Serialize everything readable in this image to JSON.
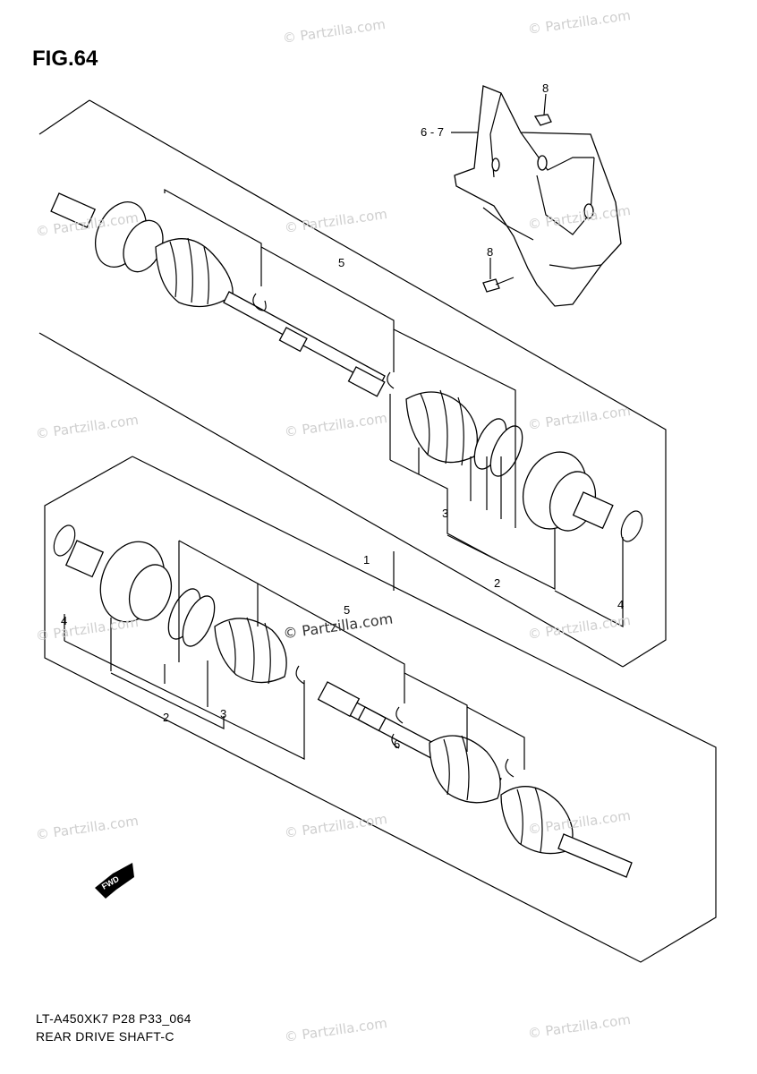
{
  "figure": {
    "title": "FIG.64",
    "footer_code": "LT-A450XK7 P28 P33_064",
    "footer_name": "REAR DRIVE SHAFT-C"
  },
  "watermark": {
    "text": "© Partzilla.com",
    "center_text": "© Partzilla.com"
  },
  "callouts": {
    "c1": "1",
    "c2_upper": "2",
    "c2_lower": "2",
    "c3_upper": "3",
    "c3_lower": "3",
    "c4_upper": "4",
    "c4_lower": "4",
    "c5_upper": "5",
    "c5_lower": "5",
    "c6_7": "6 - 7",
    "c8_top": "8",
    "c8_bottom": "8",
    "c6_lower": "6"
  },
  "fwd_arrow": {
    "label": "FWD"
  }
}
